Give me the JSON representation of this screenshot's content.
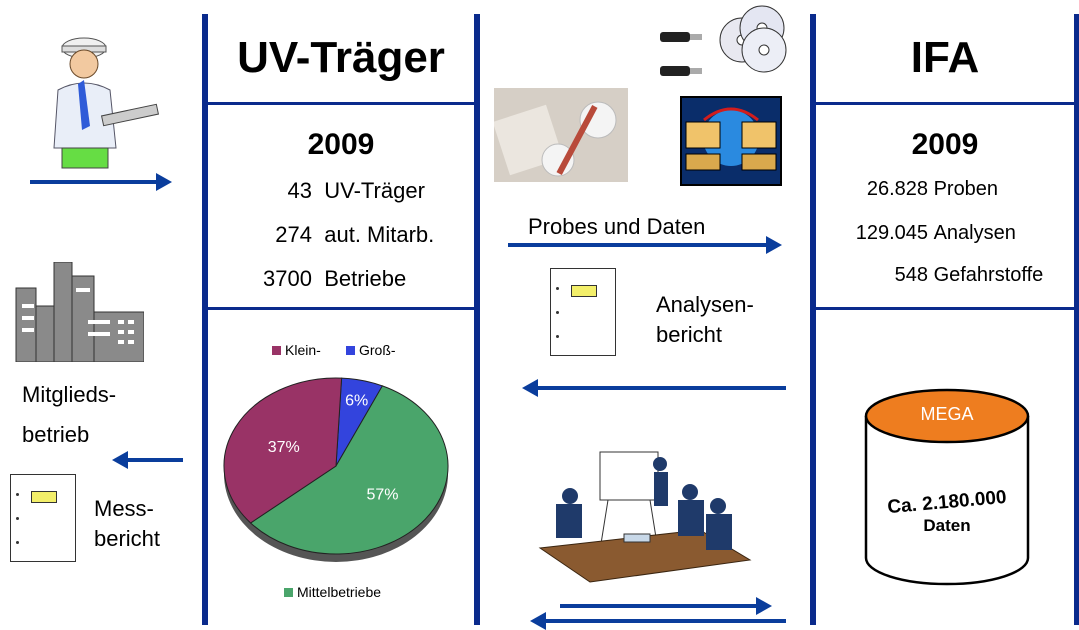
{
  "left": {
    "member_label_1": "Mitglieds-",
    "member_label_2": "betrieb",
    "report_label_1": "Mess-",
    "report_label_2": "bericht",
    "icons": [
      "worker-icon",
      "factory-icon",
      "report-icon"
    ]
  },
  "uv_column": {
    "title": "UV-Träger",
    "year": "2009",
    "stats": [
      {
        "value": "43",
        "label": "UV-Träger"
      },
      {
        "value": "274",
        "label": "aut. Mitarb."
      },
      {
        "value": "3700",
        "label": "Betriebe"
      }
    ]
  },
  "chart_data": {
    "type": "pie",
    "legend": [
      "Klein-",
      "Groß-",
      "Mittelbetriebe"
    ],
    "slices": [
      {
        "name": "Klein-",
        "value": 37,
        "label": "37%",
        "color": "#993366"
      },
      {
        "name": "Groß-",
        "value": 6,
        "label": "6%",
        "color": "#3344dd"
      },
      {
        "name": "Mittelbetriebe",
        "value": 57,
        "label": "57%",
        "color": "#4aa56b"
      }
    ]
  },
  "middle": {
    "samples_and_data": "Probes und Daten",
    "analysis_label_1": "Analysen-",
    "analysis_label_2": "bericht",
    "icons": [
      "usb-stick-icon",
      "cd-icon",
      "sample-photo",
      "network-transfer-icon",
      "meeting-icon"
    ]
  },
  "ifa_column": {
    "title": "IFA",
    "year": "2009",
    "stats": [
      {
        "value": "26.828",
        "label": "Proben"
      },
      {
        "value": "129.045",
        "label": "Analysen"
      },
      {
        "value": "548",
        "label": "Gefahrstoffe"
      }
    ],
    "db_label": "MEGA",
    "db_text_1": "Ca. 2.180.000",
    "db_text_2": "Daten"
  },
  "colors": {
    "frame": "#0a2a8c",
    "arrow": "#0a3d9c",
    "db_top": "#ee7d1f"
  }
}
